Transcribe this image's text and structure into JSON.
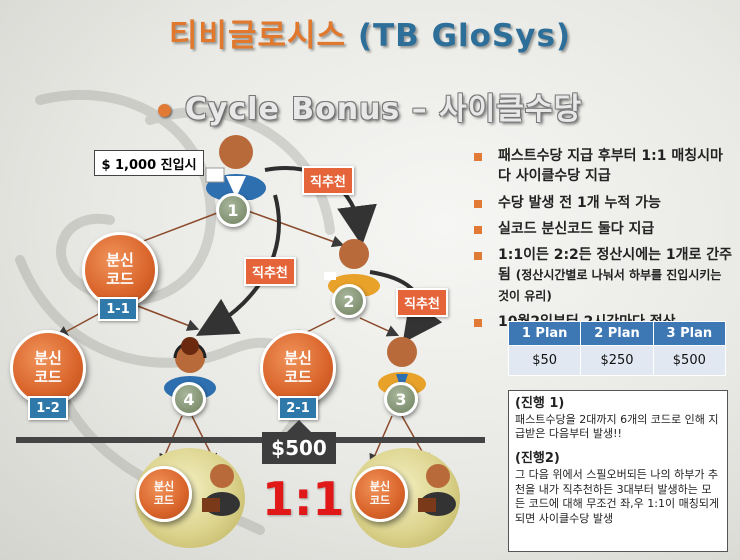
{
  "title_ko": "티비글로시스",
  "title_en": "(TB GloSys)",
  "subtitle": "Cycle Bonus – 사이클수당",
  "entry_label": "$ 1,000 진입시",
  "node_labels": [
    "1",
    "2",
    "3",
    "4"
  ],
  "branch_label_line1": "분신",
  "branch_label_line2": "코드",
  "branch_codes": [
    "1-1",
    "1-2",
    "2-1"
  ],
  "referral_label": "직추천",
  "balance_amount": "$500",
  "match_ratio": "1:1",
  "bullets": [
    "패스트수당 지급 후부터 1:1 매칭시마다 사이클수당 지급",
    "수당 발생 전 1개 누적 가능",
    "실코드 분신코드 둘다 지급",
    "1:1이든 2:2든 정산시에는 1개로 간주됨",
    "(정산시간별로 나눠서 하부를 진입시키는 것이 유리)",
    "10월2일부터 2시간마다 정산"
  ],
  "plan_table": {
    "headers": [
      "1 Plan",
      "2 Plan",
      "3 Plan"
    ],
    "values": [
      "$50",
      "$250",
      "$500"
    ]
  },
  "note": {
    "h1": "(진행 1)",
    "p1": "패스트수당을 2대까지 6개의 코드로 인해 지급받은 다음부터 발생!!",
    "h2": "(진행2)",
    "p2": "그 다음 위에서 스필오버되든 나의 하부가 추천을 내가 직추천하든 3대부터 발생하는 모든 코드에 대해 무조건 좌,우 1:1이 매칭되게 되면 사이클수당 발생"
  },
  "colors": {
    "accent": "#e07a35",
    "blue": "#2e79aa",
    "red": "#e01818"
  }
}
